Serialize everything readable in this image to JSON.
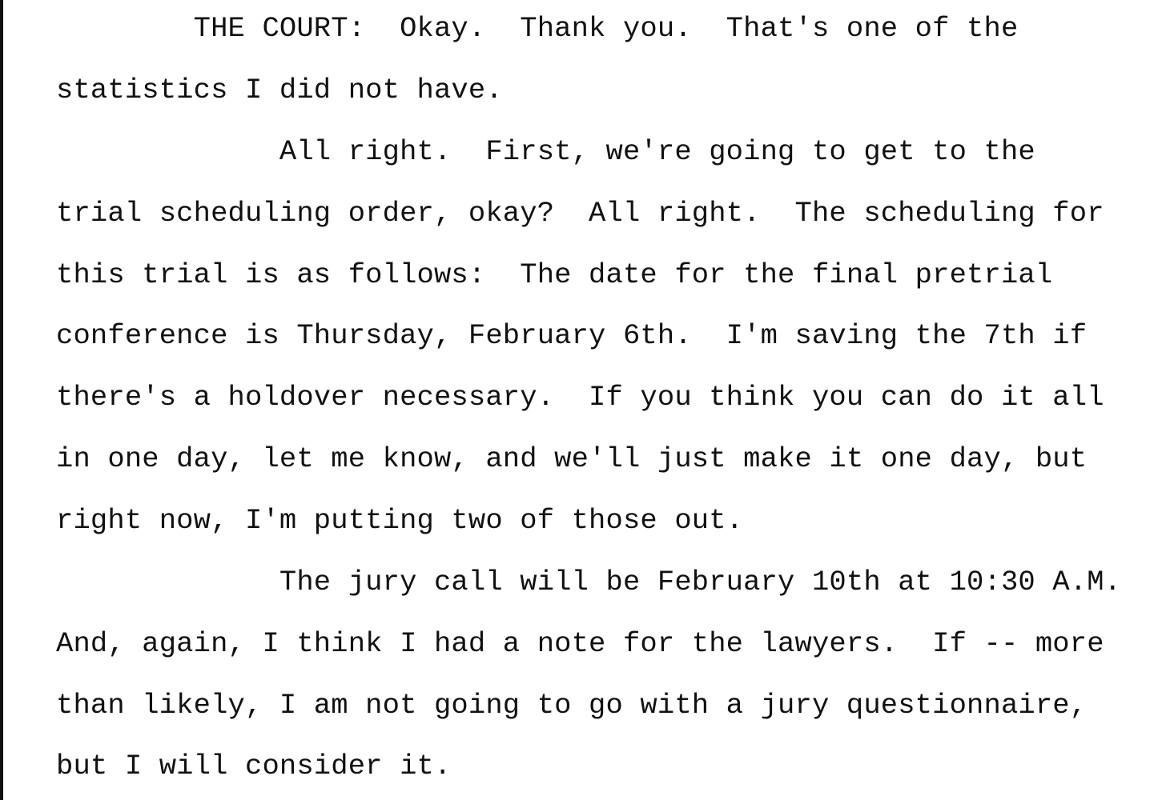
{
  "transcript": {
    "lines": [
      "        THE COURT:  Okay.  Thank you.  That's one of the",
      "statistics I did not have.",
      "             All right.  First, we're going to get to the",
      "trial scheduling order, okay?  All right.  The scheduling for",
      "this trial is as follows:  The date for the final pretrial",
      "conference is Thursday, February 6th.  I'm saving the 7th if",
      "there's a holdover necessary.  If you think you can do it all",
      "in one day, let me know, and we'll just make it one day, but",
      "right now, I'm putting two of those out.",
      "             The jury call will be February 10th at 10:30 A.M.",
      "And, again, I think I had a note for the lawyers.  If -- more",
      "than likely, I am not going to go with a jury questionnaire,",
      "but I will consider it."
    ]
  }
}
